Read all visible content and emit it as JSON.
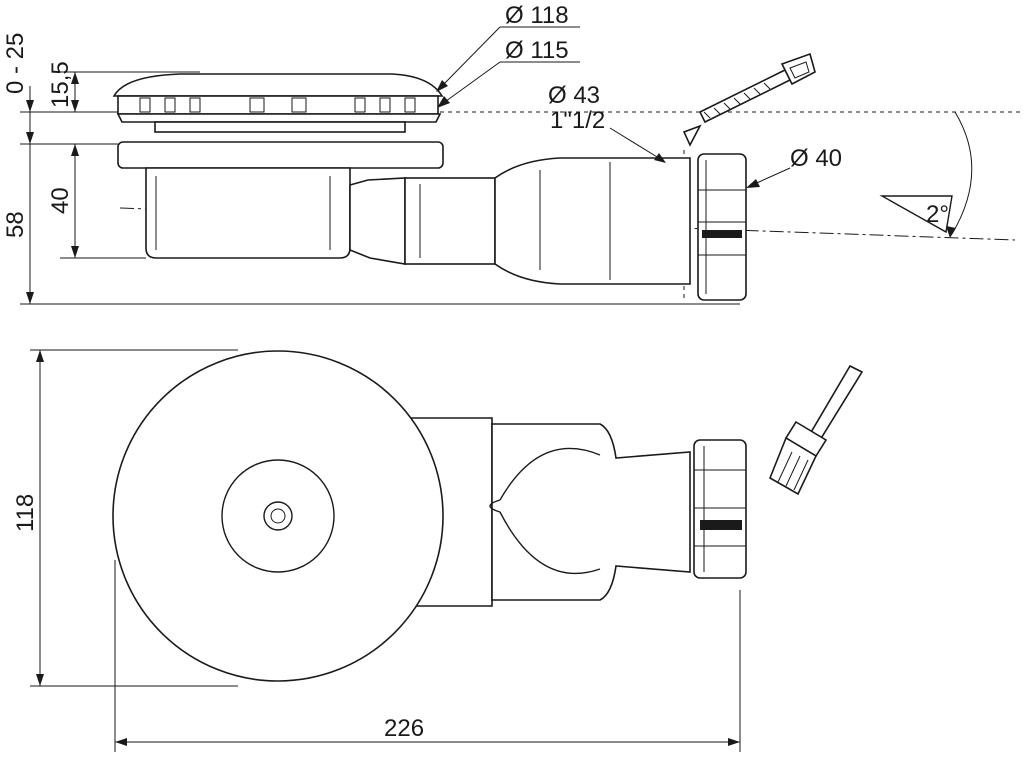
{
  "labels": {
    "dia_118": "Ø 118",
    "dia_115": "Ø 115",
    "dia_43": "Ø 43",
    "thread": "1\"1/2",
    "dia_40": "Ø 40",
    "adjust": "0 - 25",
    "h_155": "15,5",
    "h_40": "40",
    "h_58": "58",
    "width_118": "118",
    "length_226": "226",
    "slope": "2°"
  }
}
